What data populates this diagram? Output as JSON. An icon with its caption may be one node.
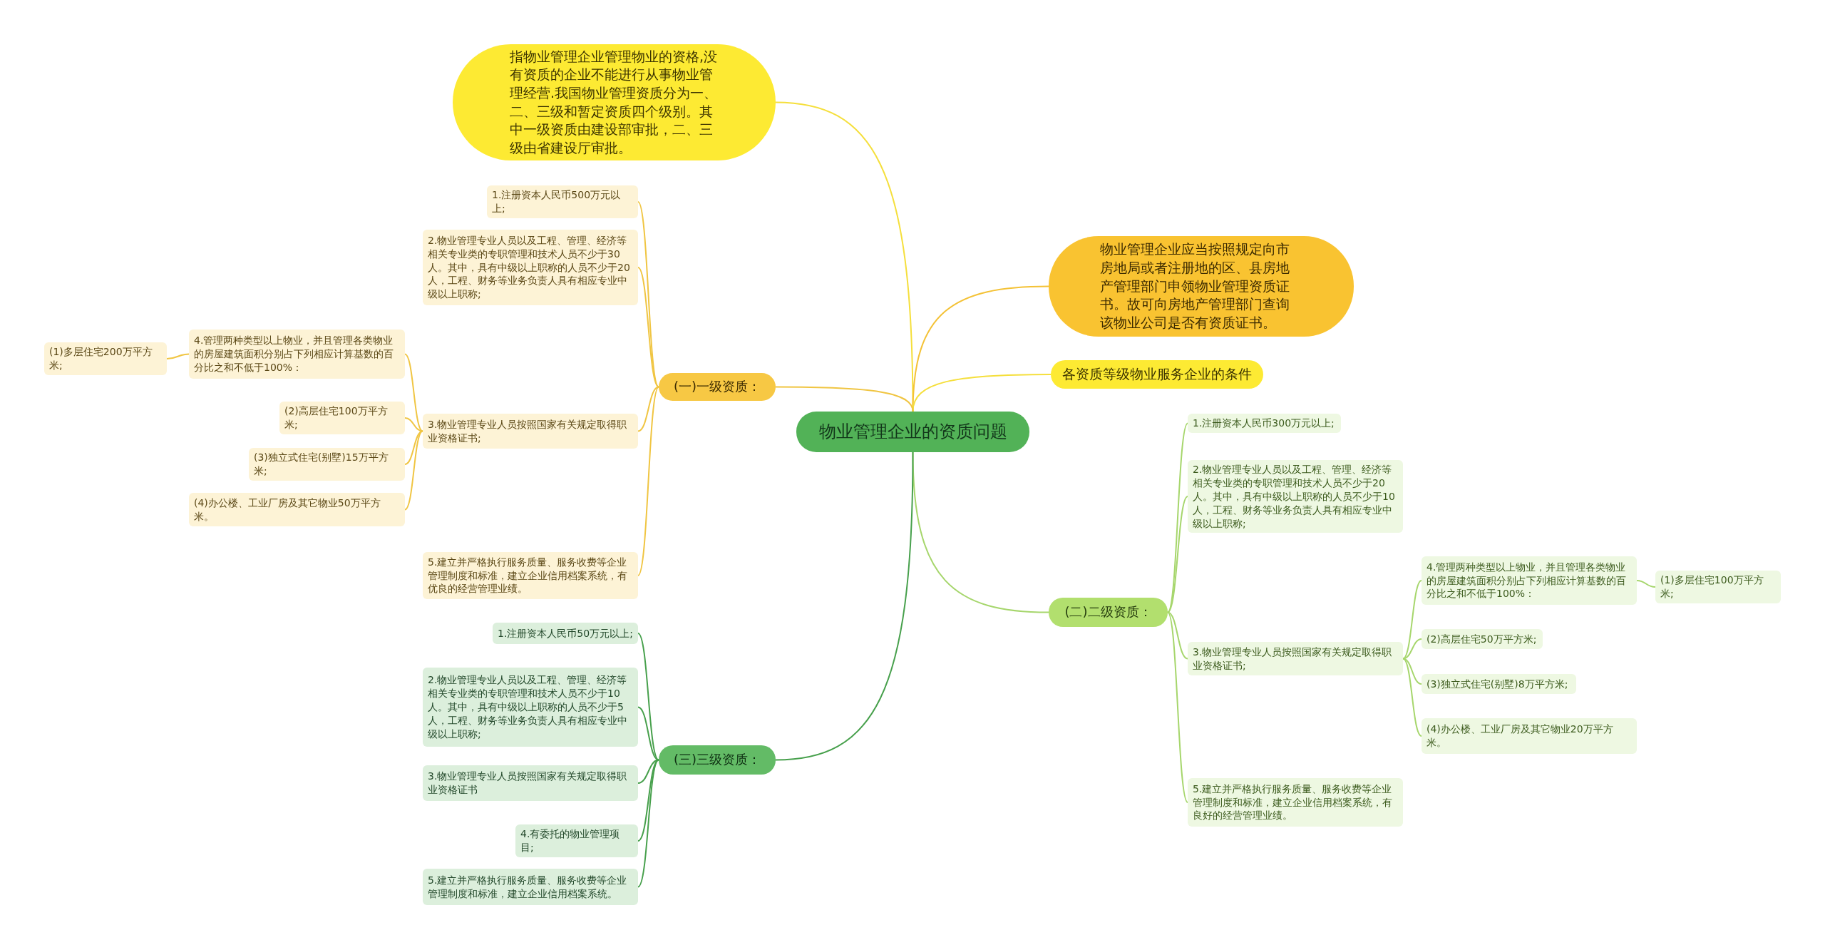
{
  "diagram": {
    "nodes": [
      {
        "text": [
          "物业管理企业的资质问题"
        ]
      },
      {
        "text": [
          "指物业管理企业管理物业的资格,没有资质的企业不能进行从事物业管理经营.我国物业管理资质分为一、二、三级和暂定资质四个级别。其中一级资质由建设部审批，二、三级由省建设厅审批。"
        ]
      },
      {
        "text": [
          "物业管理企业应当按照规定向市房地局或者注册地的区、县房地产管理部门申领物业管理资质证书。故可向房地产管理部门查询该物业公司是否有资质证书。"
        ]
      },
      {
        "text": [
          "各资质等级物业服务企业的条件"
        ]
      },
      {
        "text": [
          "(一)一级资质："
        ]
      },
      {
        "text": [
          "1.注册资本人民币500万元以上;"
        ]
      },
      {
        "text": [
          "2.物业管理专业人员以及工程、管理、经济等相关专业类的专职管理和技术人员不少于30人。其中，具有中级以上职称的人员不少于20人，工程、财务等业务负责人具有相应专业中级以上职称;"
        ]
      },
      {
        "text": [
          "3.物业管理专业人员按照国家有关规定取得职业资格证书;"
        ]
      },
      {
        "text": [
          "4.管理两种类型以上物业，并且管理各类物业的房屋建筑面积分别占下列相应计算基数的百分比之和不低于100%："
        ]
      },
      {
        "text": [
          "(1)多层住宅200万平方米;"
        ]
      },
      {
        "text": [
          "(2)高层住宅100万平方米;"
        ]
      },
      {
        "text": [
          "(3)独立式住宅(别墅)15万平方米;"
        ]
      },
      {
        "text": [
          "(4)办公楼、工业厂房及其它物业50万平方米。"
        ]
      },
      {
        "text": [
          "5.建立并严格执行服务质量、服务收费等企业管理制度和标准，建立企业信用档案系统，有优良的经营管理业绩。"
        ]
      },
      {
        "text": [
          "(二)二级资质："
        ]
      },
      {
        "text": [
          "1.注册资本人民币300万元以上;"
        ]
      },
      {
        "text": [
          "2.物业管理专业人员以及工程、管理、经济等相关专业类的专职管理和技术人员不少于20人。其中，具有中级以上职称的人员不少于10人，工程、财务等业务负责人具有相应专业中级以上职称;"
        ]
      },
      {
        "text": [
          "3.物业管理专业人员按照国家有关规定取得职业资格证书;"
        ]
      },
      {
        "text": [
          "4.管理两种类型以上物业，并且管理各类物业的房屋建筑面积分别占下列相应计算基数的百分比之和不低于100%："
        ]
      },
      {
        "text": [
          "(1)多层住宅100万平方米;"
        ]
      },
      {
        "text": [
          "(2)高层住宅50万平方米;"
        ]
      },
      {
        "text": [
          "(3)独立式住宅(别墅)8万平方米;"
        ]
      },
      {
        "text": [
          "(4)办公楼、工业厂房及其它物业20万平方米。"
        ]
      },
      {
        "text": [
          "5.建立并严格执行服务质量、服务收费等企业管理制度和标准，建立企业信用档案系统，有良好的经营管理业绩。"
        ]
      },
      {
        "text": [
          "(三)三级资质："
        ]
      },
      {
        "text": [
          "1.注册资本人民币50万元以上;"
        ]
      },
      {
        "text": [
          "2.物业管理专业人员以及工程、管理、经济等相关专业类的专职管理和技术人员不少于10人。其中，具有中级以上职称的人员不少于5人，工程、财务等业务负责人具有相应专业中级以上职称;"
        ]
      },
      {
        "text": [
          "3.物业管理专业人员按照国家有关规定取得职业资格证书"
        ]
      },
      {
        "text": [
          "4.有委托的物业管理项目;"
        ]
      },
      {
        "text": [
          "5.建立并严格执行服务质量、服务收费等企业管理制度和标准，建立企业信用档案系统。"
        ]
      }
    ],
    "edges": [
      {
        "from": 0,
        "to": 1,
        "arrow": "none",
        "color": "#f5df3c"
      },
      {
        "from": 0,
        "to": 2,
        "arrow": "none",
        "color": "#f4c236"
      },
      {
        "from": 0,
        "to": 3,
        "arrow": "none",
        "color": "#f5df3c"
      },
      {
        "from": 0,
        "to": 4,
        "arrow": "none",
        "color": "#f0c542"
      },
      {
        "from": 4,
        "to": 5,
        "arrow": "none",
        "color": "#f0c542"
      },
      {
        "from": 4,
        "to": 6,
        "arrow": "none",
        "color": "#f0c542"
      },
      {
        "from": 4,
        "to": 7,
        "arrow": "none",
        "color": "#f0c542"
      },
      {
        "from": 7,
        "to": 8,
        "arrow": "none",
        "color": "#f0c542"
      },
      {
        "from": 8,
        "to": 9,
        "arrow": "none",
        "color": "#f0c542"
      },
      {
        "from": 7,
        "to": 10,
        "arrow": "none",
        "color": "#f0c542"
      },
      {
        "from": 7,
        "to": 11,
        "arrow": "none",
        "color": "#f0c542"
      },
      {
        "from": 7,
        "to": 12,
        "arrow": "none",
        "color": "#f0c542"
      },
      {
        "from": 4,
        "to": 13,
        "arrow": "none",
        "color": "#f0c542"
      },
      {
        "from": 0,
        "to": 14,
        "arrow": "none",
        "color": "#a6d66c"
      },
      {
        "from": 14,
        "to": 15,
        "arrow": "none",
        "color": "#a6d66c"
      },
      {
        "from": 14,
        "to": 16,
        "arrow": "none",
        "color": "#a6d66c"
      },
      {
        "from": 14,
        "to": 17,
        "arrow": "none",
        "color": "#a6d66c"
      },
      {
        "from": 17,
        "to": 18,
        "arrow": "none",
        "color": "#a6d66c"
      },
      {
        "from": 18,
        "to": 19,
        "arrow": "none",
        "color": "#a6d66c"
      },
      {
        "from": 17,
        "to": 20,
        "arrow": "none",
        "color": "#a6d66c"
      },
      {
        "from": 17,
        "to": 21,
        "arrow": "none",
        "color": "#a6d66c"
      },
      {
        "from": 17,
        "to": 22,
        "arrow": "none",
        "color": "#a6d66c"
      },
      {
        "from": 14,
        "to": 23,
        "arrow": "none",
        "color": "#a6d66c"
      },
      {
        "from": 0,
        "to": 24,
        "arrow": "none",
        "color": "#47a04c"
      },
      {
        "from": 24,
        "to": 25,
        "arrow": "none",
        "color": "#47a04c"
      },
      {
        "from": 24,
        "to": 26,
        "arrow": "none",
        "color": "#47a04c"
      },
      {
        "from": 24,
        "to": 27,
        "arrow": "none",
        "color": "#47a04c"
      },
      {
        "from": 24,
        "to": 28,
        "arrow": "none",
        "color": "#47a04c"
      },
      {
        "from": 24,
        "to": 29,
        "arrow": "none",
        "color": "#47a04c"
      }
    ]
  }
}
